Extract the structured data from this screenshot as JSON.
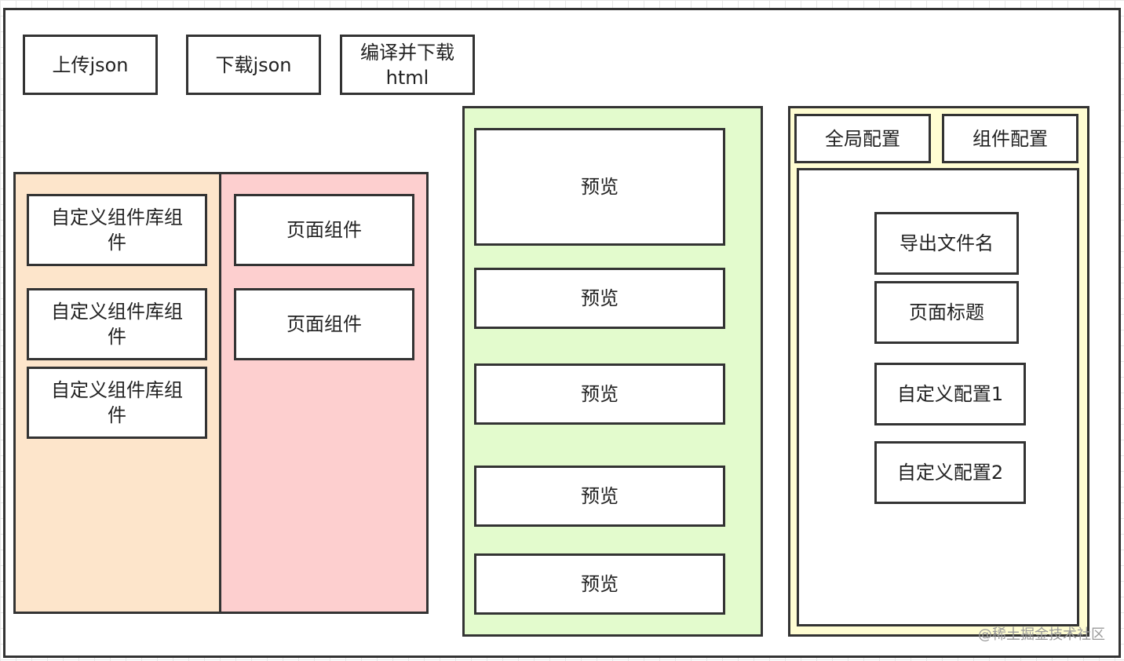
{
  "toolbar": {
    "upload_json": "上传json",
    "download_json": "下载json",
    "compile_download_html": "编译并下载\nhtml"
  },
  "custom_library": {
    "items": [
      "自定义组件库组\n件",
      "自定义组件库组\n件",
      "自定义组件库组\n件"
    ]
  },
  "page_components": {
    "items": [
      "页面组件",
      "页面组件"
    ]
  },
  "preview": {
    "items": [
      "预览",
      "预览",
      "预览",
      "预览",
      "预览"
    ]
  },
  "config": {
    "tabs": [
      "全局配置",
      "组件配置"
    ],
    "fields": [
      "导出文件名",
      "页面标题",
      "自定义配置1",
      "自定义配置2"
    ]
  },
  "watermark": "@稀土掘金技术社区",
  "colors": {
    "library_panel": "#fde5cb",
    "components_panel": "#fdcfcf",
    "preview_panel": "#e3fbcd",
    "config_panel": "#fffdd2",
    "border": "#333333"
  }
}
